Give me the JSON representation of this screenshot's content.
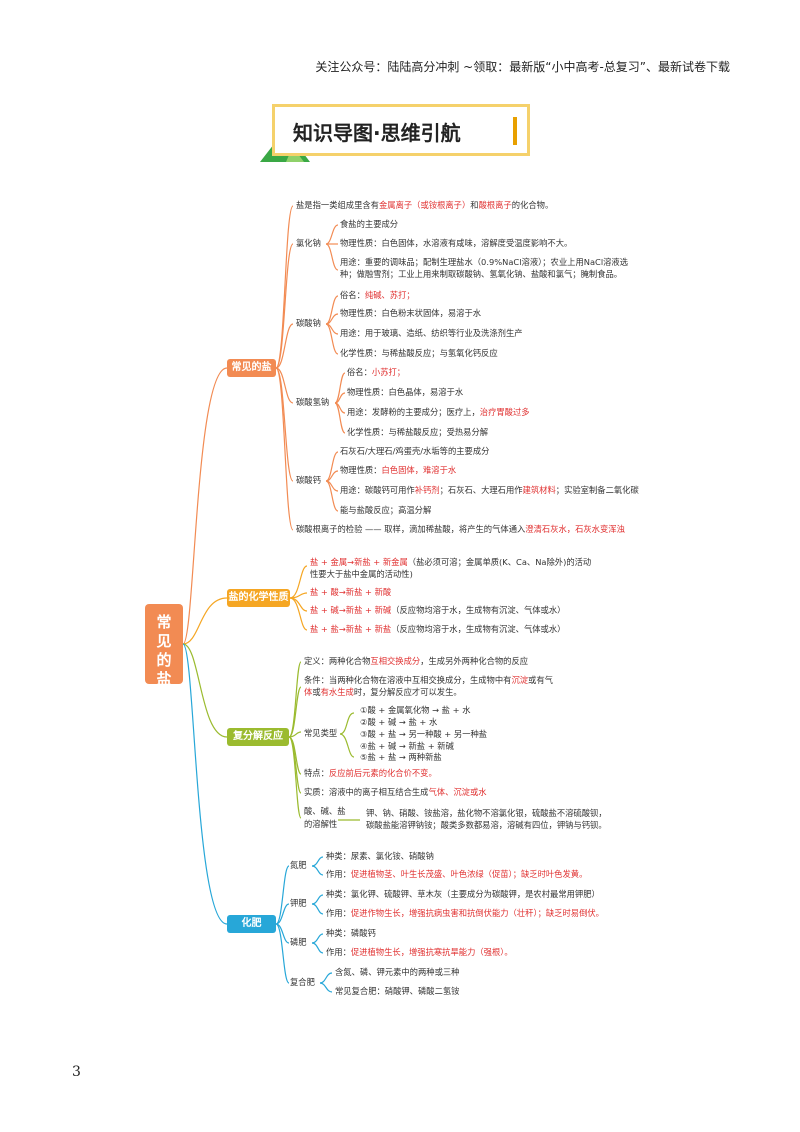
{
  "header": "关注公众号：陆陆高分冲刺 ~领取：最新版“小中高考-总复习”、最新试卷下载",
  "banner": "知识导图·思维引航",
  "page_number": "3",
  "root": "常见的盐",
  "sections": {
    "s1": "常见的盐",
    "s2": "盐的化学性质",
    "s3": "复分解反应",
    "s4": "化肥"
  },
  "s1": {
    "def_a": "盐是指一类组成里含有",
    "def_b": "金属离子（或铵根离子）",
    "def_c": "和",
    "def_d": "酸根离子",
    "def_e": "的化合物。",
    "nacl": "氯化钠",
    "nacl_1": "食盐的主要成分",
    "nacl_2": "物理性质：白色固体，水溶液有咸味，溶解度受温度影响不大。",
    "nacl_3a": "用途：重要的调味品；配制生理盐水（0.9%NaCl溶液）；农业上用NaCl溶液选",
    "nacl_3b": "种；做融雪剂；工业上用来制取碳酸钠、氢氧化钠、盐酸和氯气；腌制食品。",
    "na2co3": "碳酸钠",
    "na2co3_1a": "俗名：",
    "na2co3_1b": "纯碱、苏打；",
    "na2co3_2": "物理性质：白色粉末状固体，易溶于水",
    "na2co3_3": "用途：用于玻璃、造纸、纺织等行业及洗涤剂生产",
    "na2co3_4": "化学性质：与稀盐酸反应；与氢氧化钙反应",
    "nahco3": "碳酸氢钠",
    "nahco3_1a": "俗名：",
    "nahco3_1b": "小苏打；",
    "nahco3_2": "物理性质：白色晶体，易溶于水",
    "nahco3_3a": "用途：发酵粉的主要成分；医疗上，",
    "nahco3_3b": "治疗胃酸过多",
    "nahco3_4": "化学性质：与稀盐酸反应；受热易分解",
    "caco3": "碳酸钙",
    "caco3_1": "石灰石/大理石/鸡蛋壳/水垢等的主要成分",
    "caco3_2a": "物理性质：",
    "caco3_2b": "白色固体，难溶于水",
    "caco3_3a": "用途：碳酸钙可用作",
    "caco3_3b": "补钙剂",
    "caco3_3c": "；石灰石、大理石用作",
    "caco3_3d": "建筑材料",
    "caco3_3e": "；实验室制备二氧化碳",
    "caco3_4": "能与盐酸反应；高温分解",
    "check_a": "碳酸根离子的检验 —— 取样，滴加稀盐酸，将产生的气体通入",
    "check_b": "澄清石灰水，石灰水变浑浊"
  },
  "s2": {
    "l1a": "盐 + 金属→新盐 + 新金属",
    "l1b": "（盐必须可溶；金属单质(K、Ca、Na除外)的活动",
    "l1c": "性要大于盐中金属的活动性)",
    "l2": "盐 + 酸→新盐 + 新酸",
    "l3a": "盐 + 碱→新盐 + 新碱",
    "l3b": "（反应物均溶于水，生成物有沉淀、气体或水）",
    "l4a": "盐 + 盐→新盐 + 新盐",
    "l4b": "（反应物均溶于水，生成物有沉淀、气体或水）"
  },
  "s3": {
    "def_a": "定义：两种化合物",
    "def_b": "互相交换成分",
    "def_c": "，生成另外两种化合物的反应",
    "cond_a": "条件：当两种化合物在溶液中互相交换成分，生成物中有",
    "cond_b": "沉淀",
    "cond_c": "或有气",
    "cond_d": "体",
    "cond_e": "或",
    "cond_f": "有水生成",
    "cond_g": "时，复分解反应才可以发生。",
    "types": "常见类型",
    "type_1": "①酸 + 金属氧化物 → 盐 + 水",
    "type_2": "②酸 + 碱 → 盐 + 水",
    "type_3": "③酸 + 盐 → 另一种酸 + 另一种盐",
    "type_4": "④盐 + 碱 → 新盐 + 新碱",
    "type_5": "⑤盐 + 盐 → 两种新盐",
    "feature_a": "特点：",
    "feature_b": "反应前后元素的化合价不变。",
    "essence_a": "实质：溶液中的离子相互结合生成",
    "essence_b": "气体、沉淀或水",
    "sol_label_a": "酸、碱、盐",
    "sol_label_b": "的溶解性",
    "sol_1": "钾、钠、硝酸、铵盐溶，盐化物不溶氯化银，硫酸盐不溶硫酸钡，",
    "sol_2": "碳酸盐能溶钾钠铵；酸类多数都易溶，溶碱有四位，钾钠与钙钡。"
  },
  "s4": {
    "n": "氮肥",
    "n_1": "种类：尿素、氯化铵、硝酸钠",
    "n_2a": "作用：",
    "n_2b": "促进植物茎、叶生长茂盛、叶色浓绿（促苗）；缺乏时叶色发黄。",
    "k": "钾肥",
    "k_1": "种类：氯化钾、硫酸钾、草木灰（主要成分为碳酸钾，是农村最常用钾肥）",
    "k_2a": "作用：",
    "k_2b": "促进作物生长，增强抗病虫害和抗倒伏能力（壮秆）；缺乏时易倒伏。",
    "p": "磷肥",
    "p_1": "种类：磷酸钙",
    "p_2a": "作用：",
    "p_2b": "促进植物生长，增强抗寒抗旱能力（强根）。",
    "c": "复合肥",
    "c_1": "含氮、磷、钾元素中的两种或三种",
    "c_2": "常见复合肥：硝酸钾、磷酸二氢铵"
  },
  "colors": {
    "root": "#f28b53",
    "s1": "#f28b53",
    "s2": "#f5a623",
    "s3": "#9bbb2f",
    "s4": "#27a7d8",
    "highlight": "#e03030"
  }
}
